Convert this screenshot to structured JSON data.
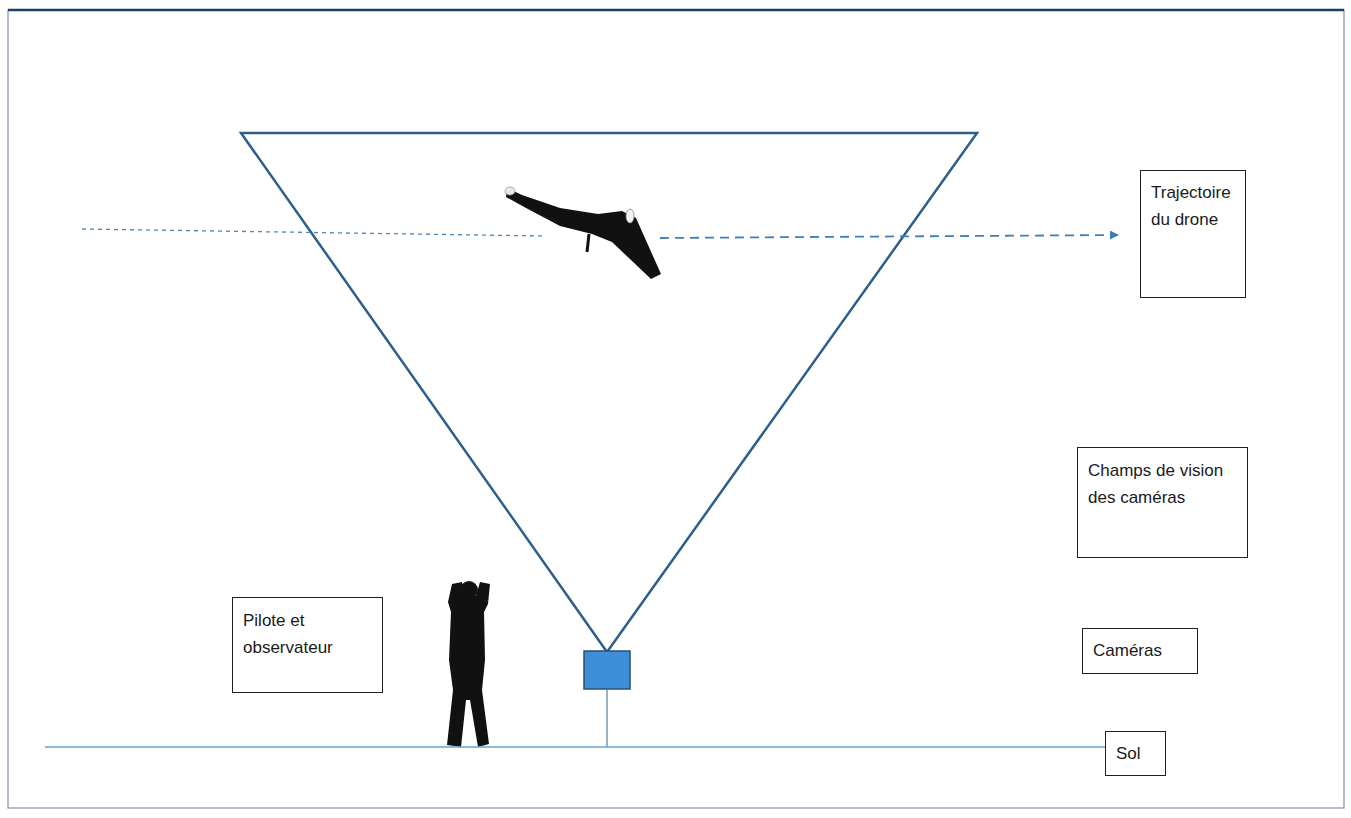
{
  "diagram": {
    "nodes": [
      {
        "text": [
          "Trajectoire du drone"
        ]
      },
      {
        "text": [
          "Champs de vision des caméras"
        ]
      },
      {
        "text": [
          "Pilote et observateur"
        ]
      },
      {
        "text": [
          "Caméras"
        ]
      },
      {
        "text": [
          "Sol"
        ]
      }
    ]
  }
}
